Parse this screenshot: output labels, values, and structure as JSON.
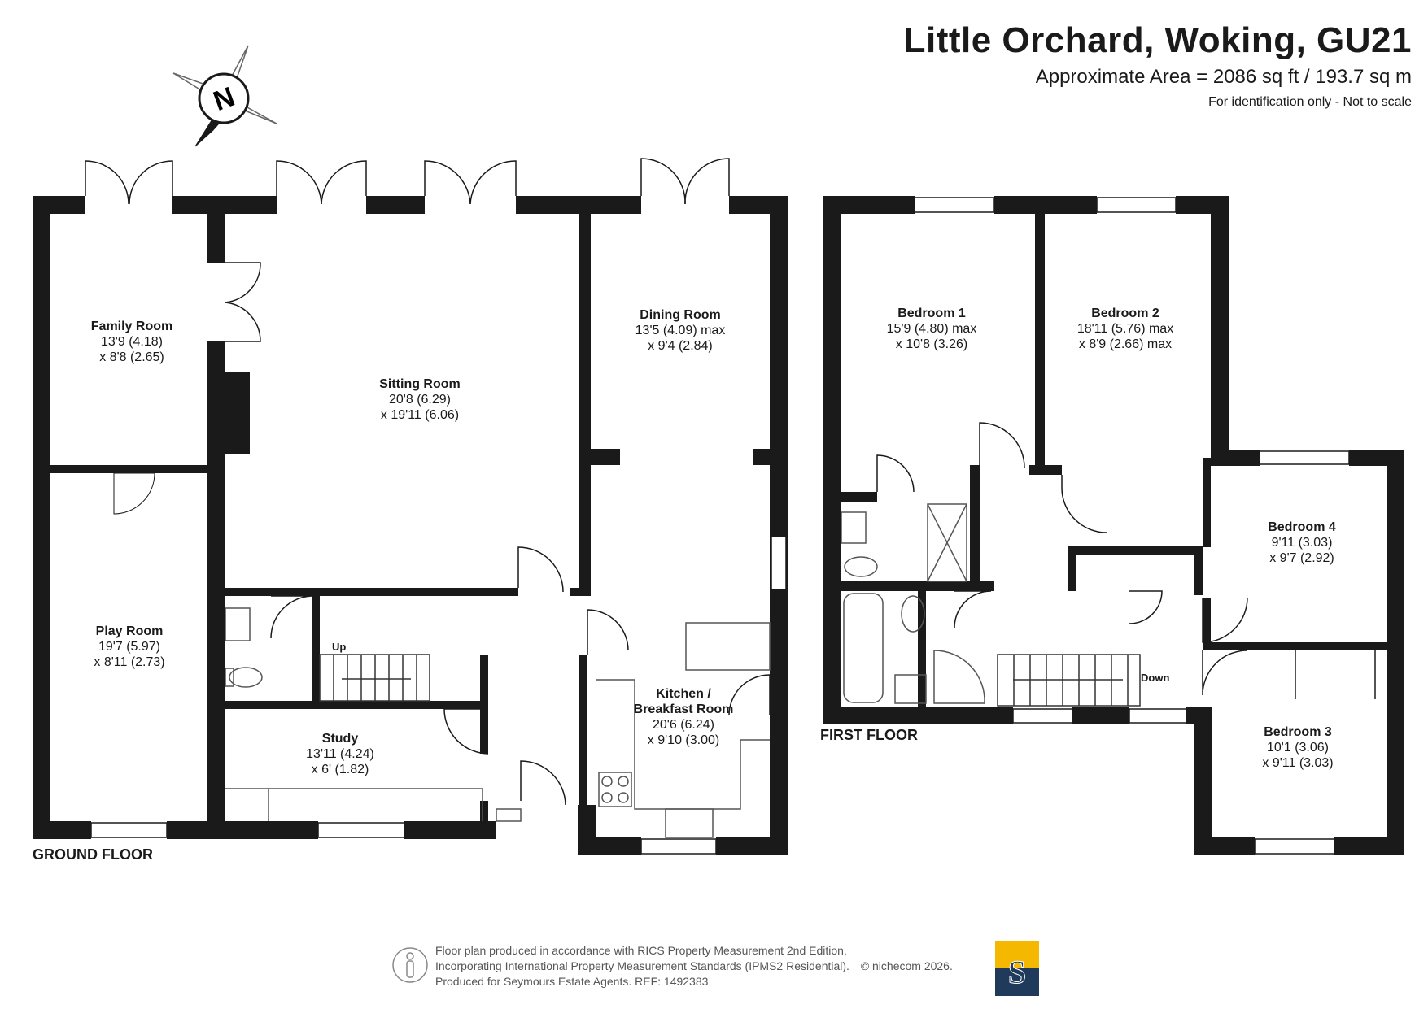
{
  "header": {
    "title": "Little Orchard, Woking, GU21",
    "area": "Approximate Area = 2086 sq ft / 193.7 sq m",
    "note": "For identification only - Not to scale"
  },
  "compass": {
    "label": "N",
    "icon": "compass-north-icon"
  },
  "ground_floor": {
    "label": "GROUND FLOOR",
    "stairs_label": "Up",
    "rooms": [
      {
        "name": "Family Room",
        "dims": [
          "13'9 (4.18)",
          "x 8'8 (2.65)"
        ]
      },
      {
        "name": "Sitting Room",
        "dims": [
          "20'8 (6.29)",
          "x 19'11 (6.06)"
        ]
      },
      {
        "name": "Dining Room",
        "dims": [
          "13'5 (4.09) max",
          "x 9'4 (2.84)"
        ]
      },
      {
        "name": "Play Room",
        "dims": [
          "19'7 (5.97)",
          "x 8'11 (2.73)"
        ]
      },
      {
        "name": "Study",
        "dims": [
          "13'11 (4.24)",
          "x 6' (1.82)"
        ]
      },
      {
        "name": "Kitchen /",
        "name2": "Breakfast Room",
        "dims": [
          "20'6 (6.24)",
          "x 9'10 (3.00)"
        ]
      }
    ]
  },
  "first_floor": {
    "label": "FIRST FLOOR",
    "stairs_label": "Down",
    "rooms": [
      {
        "name": "Bedroom 1",
        "dims": [
          "15'9 (4.80) max",
          "x 10'8 (3.26)"
        ]
      },
      {
        "name": "Bedroom 2",
        "dims": [
          "18'11 (5.76) max",
          "x 8'9 (2.66) max"
        ]
      },
      {
        "name": "Bedroom 4",
        "dims": [
          "9'11 (3.03)",
          "x 9'7 (2.92)"
        ]
      },
      {
        "name": "Bedroom 3",
        "dims": [
          "10'1 (3.06)",
          "x 9'11 (3.03)"
        ]
      }
    ]
  },
  "footer": {
    "line1": "Floor plan produced in accordance with RICS Property Measurement 2nd Edition,",
    "line2": "Incorporating International Property Measurement Standards (IPMS2 Residential).",
    "copyright": "© nichecom 2026.",
    "line3": "Produced for Seymours Estate Agents.   REF: 1492383",
    "brand_letter": "S",
    "brand_colors": {
      "top": "#f5b800",
      "bottom": "#1f3a5a"
    }
  },
  "colors": {
    "wall": "#1a1a1a",
    "background": "#ffffff",
    "fixture": "#888888"
  }
}
